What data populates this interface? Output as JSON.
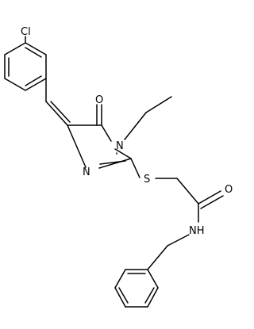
{
  "molecule": {
    "atoms": {
      "cl": "Cl",
      "o_ketone": "O",
      "n1": "N",
      "n3": "N",
      "s": "S",
      "o_amide": "O",
      "nh": "NH"
    }
  },
  "colors": {
    "bond": "#000000",
    "text": "#000000",
    "background": "#ffffff"
  }
}
